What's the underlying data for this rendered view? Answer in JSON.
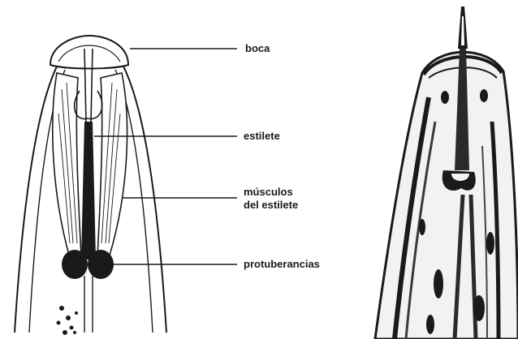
{
  "labels": {
    "mouth": "boca",
    "stylet": "estilete",
    "stylet_muscles_line1": "músculos",
    "stylet_muscles_line2": "del estilete",
    "knobs": "protuberancias"
  },
  "colors": {
    "ink": "#1a1a1a",
    "paper": "#ffffff"
  }
}
